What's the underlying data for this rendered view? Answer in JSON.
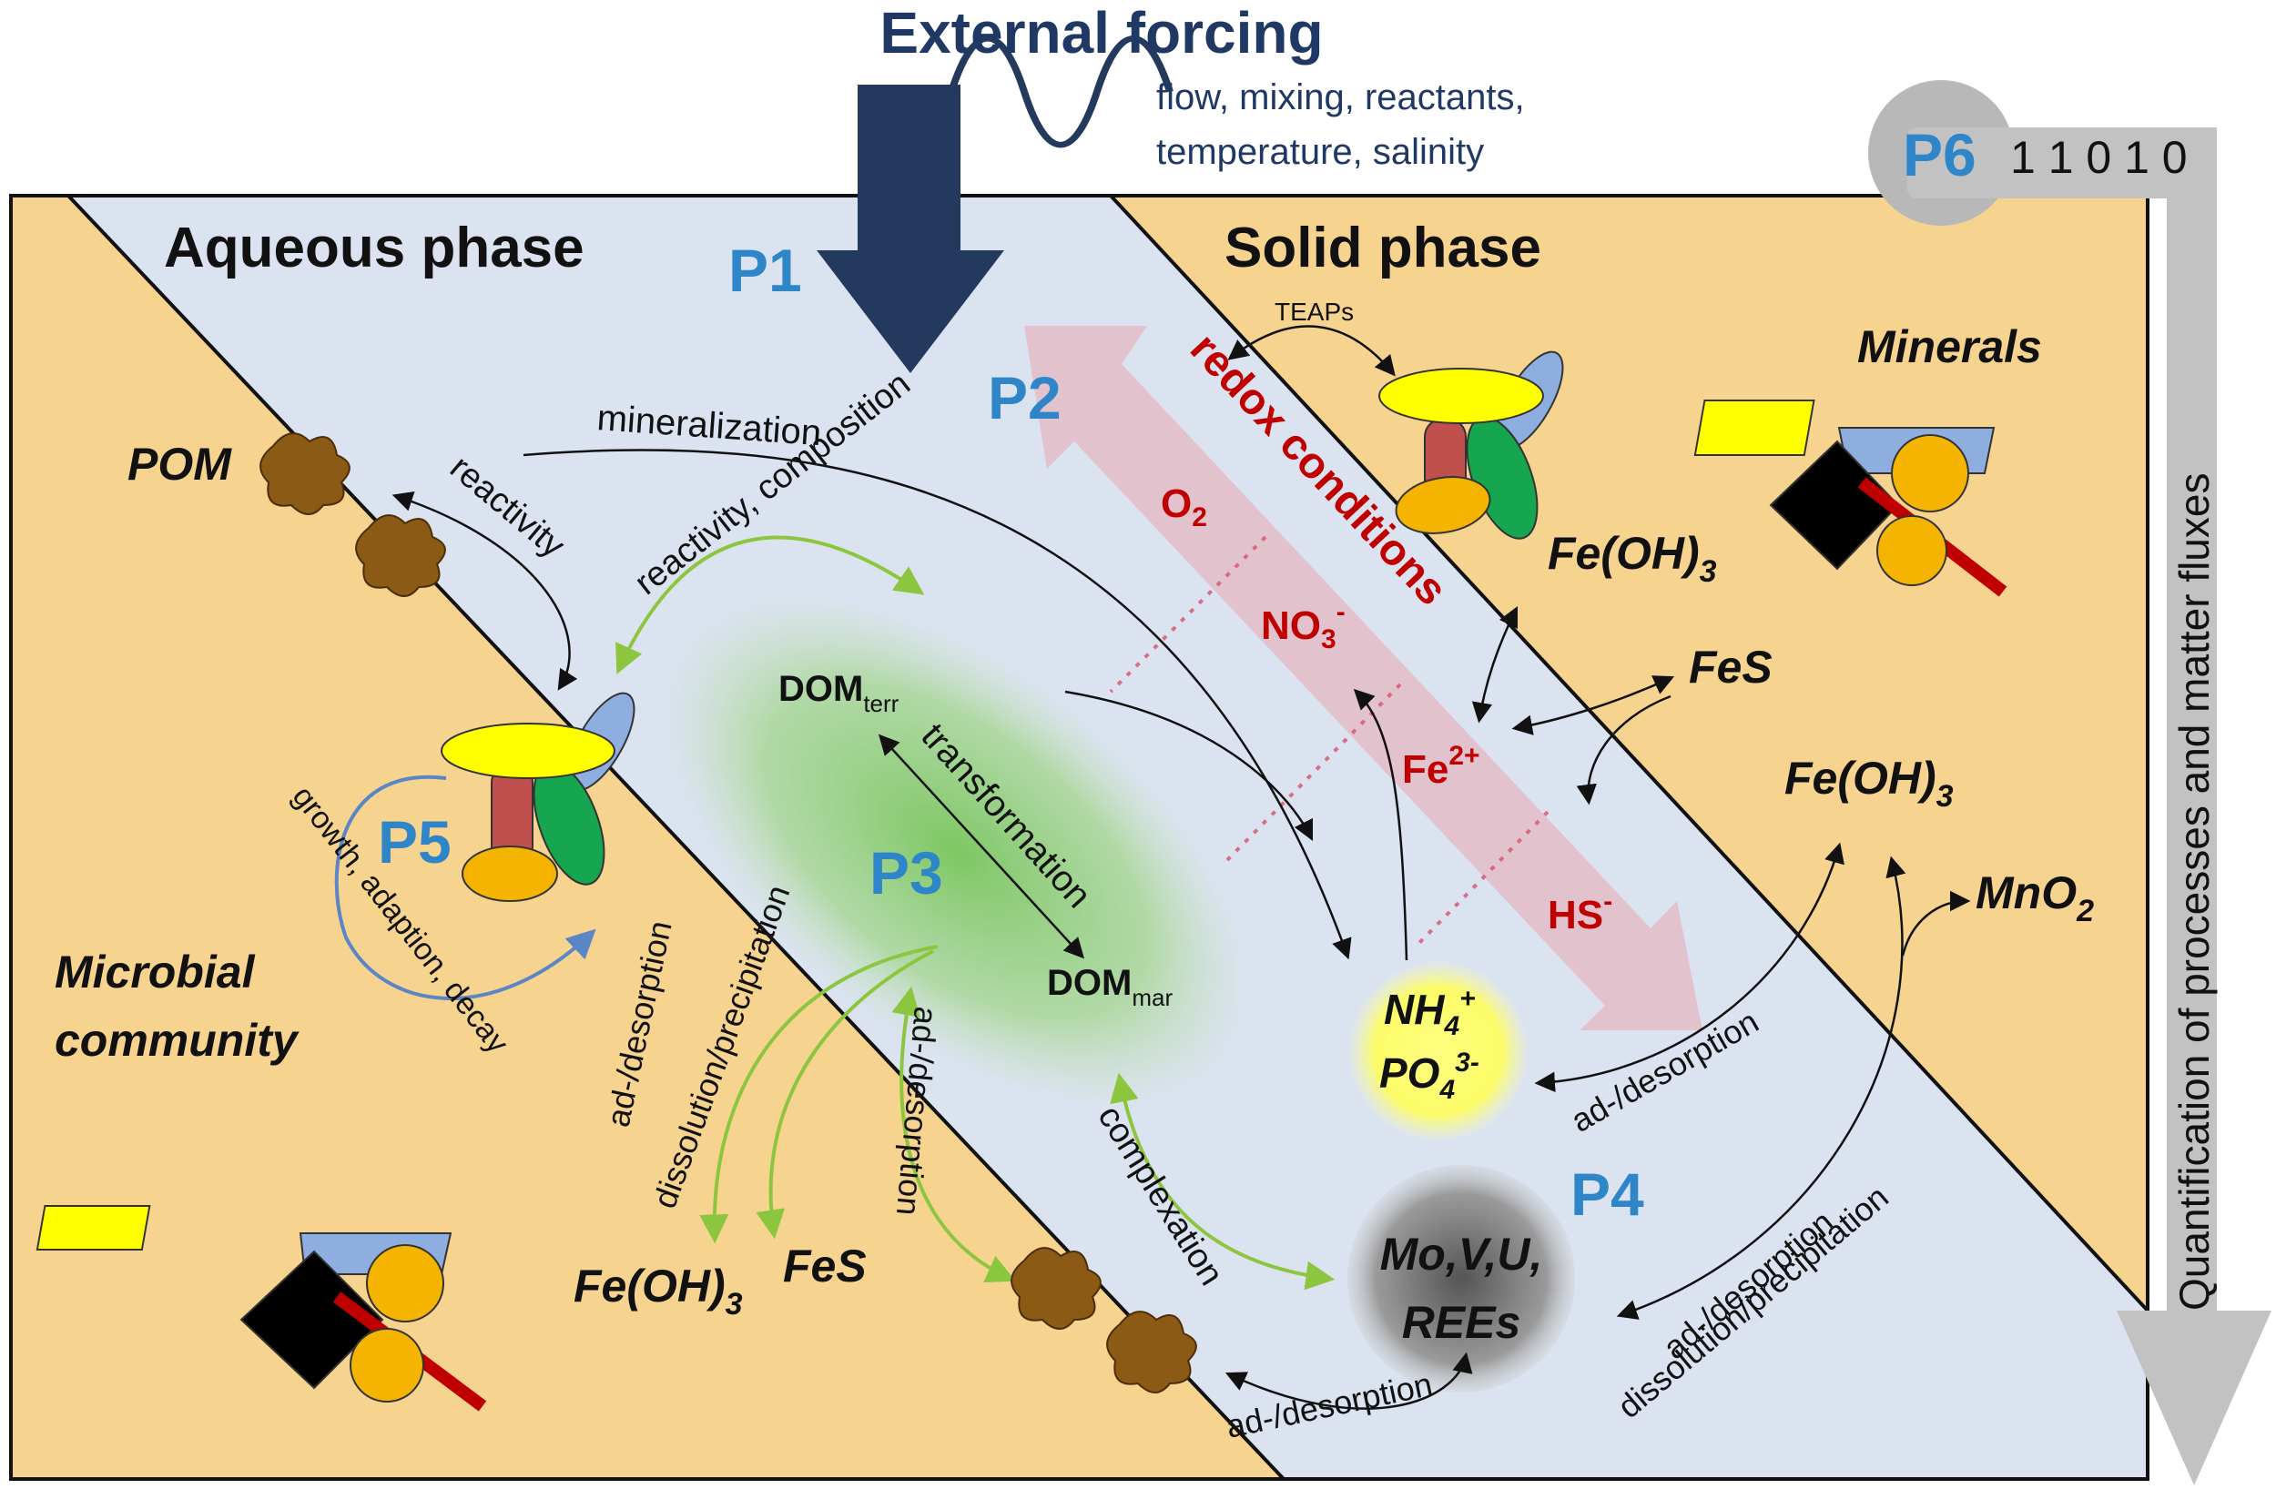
{
  "title": "External forcing",
  "forcing_text": [
    "flow, mixing, reactants,",
    "temperature, salinity"
  ],
  "phases": {
    "aqueous": "Aqueous phase",
    "solid": "Solid phase"
  },
  "side_label": "Quantification of processes and matter fluxes",
  "p6_code": "1 1 0 1 0",
  "processes": {
    "p1": "P1",
    "p2": "P2",
    "p3": "P3",
    "p4": "P4",
    "p5": "P5",
    "p6": "P6"
  },
  "labels": {
    "mineralization": "mineralization",
    "reactivity": "reactivity",
    "reactivity_composition": "reactivity, composition",
    "transformation": "transformation",
    "growth": "growth, adaption, decay",
    "microbial": [
      "Microbial",
      "community"
    ],
    "pom": "POM",
    "minerals": "Minerals",
    "teaps": "TEAPs",
    "redox": "redox conditions",
    "complexation": "complexation",
    "ad_desorption": "ad-/desorption",
    "dissolution": "dissolution/precipitation"
  },
  "redox_species": [
    "O",
    "2",
    "NO",
    "3",
    "-",
    "Fe",
    "2+",
    "HS",
    "-"
  ],
  "dom": {
    "terr": [
      "DOM",
      "terr"
    ],
    "mar": [
      "DOM",
      "mar"
    ]
  },
  "species": {
    "feoh3": [
      "Fe(OH)",
      "3"
    ],
    "fes": "FeS",
    "mno2": [
      "MnO",
      "2"
    ],
    "nh4": [
      "NH",
      "4",
      "+"
    ],
    "po4": [
      "PO",
      "4",
      "3-"
    ],
    "metals": [
      "Mo,V,U,",
      "REEs"
    ]
  },
  "colors": {
    "sediment": "#f6d38f",
    "water": "#dbe3f1",
    "navy": "#24395e",
    "process_label": "#2e86c8",
    "redox_red": "#c00000",
    "green_arrow": "#8cc63f"
  }
}
